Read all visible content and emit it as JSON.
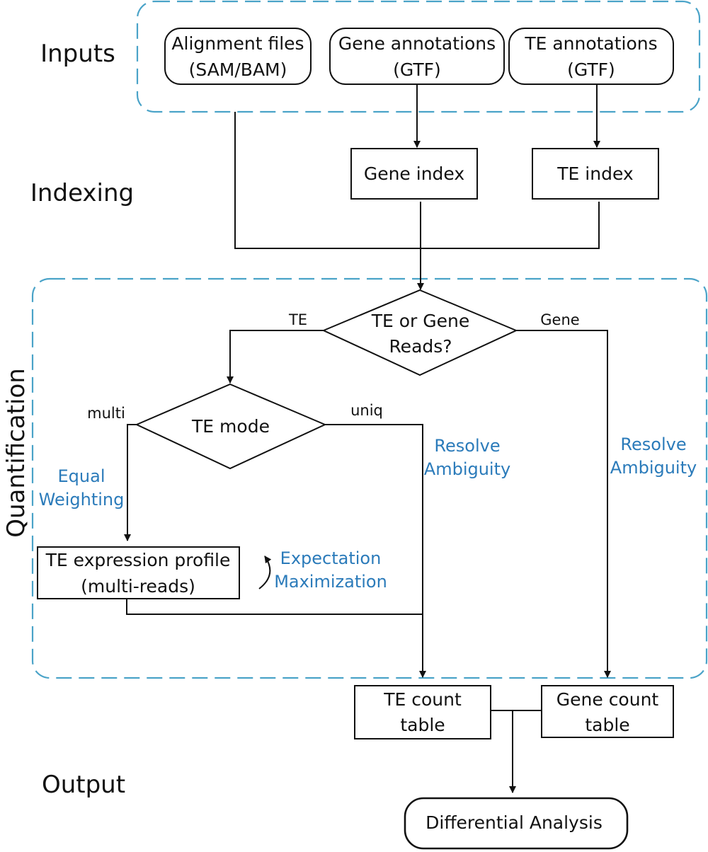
{
  "stages": {
    "inputs": "Inputs",
    "indexing": "Indexing",
    "quantification": "Quantification",
    "output": "Output"
  },
  "inputs": {
    "alignment_l1": "Alignment files",
    "alignment_l2": "(SAM/BAM)",
    "gene_ann_l1": "Gene annotations",
    "gene_ann_l2": "(GTF)",
    "te_ann_l1": "TE annotations",
    "te_ann_l2": "(GTF)"
  },
  "indexing": {
    "gene_index": "Gene index",
    "te_index": "TE index"
  },
  "decision": {
    "reads_l1": "TE or Gene",
    "reads_l2": "Reads?",
    "te_branch": "TE",
    "gene_branch": "Gene",
    "te_mode": "TE mode",
    "multi_branch": "multi",
    "uniq_branch": "uniq"
  },
  "notes": {
    "equal_l1": "Equal",
    "equal_l2": "Weighting",
    "resolve1_l1": "Resolve",
    "resolve1_l2": "Ambiguity",
    "resolve2_l1": "Resolve",
    "resolve2_l2": "Ambiguity",
    "em_l1": "Expectation",
    "em_l2": "Maximization"
  },
  "profile": {
    "l1": "TE expression profile",
    "l2": "(multi-reads)"
  },
  "outputs": {
    "te_count_l1": "TE count",
    "te_count_l2": "table",
    "gene_count_l1": "Gene count",
    "gene_count_l2": "table",
    "differential": "Differential Analysis"
  },
  "colors": {
    "accent_blue": "#2b7bba",
    "dashed_border": "#4aa3c8"
  }
}
